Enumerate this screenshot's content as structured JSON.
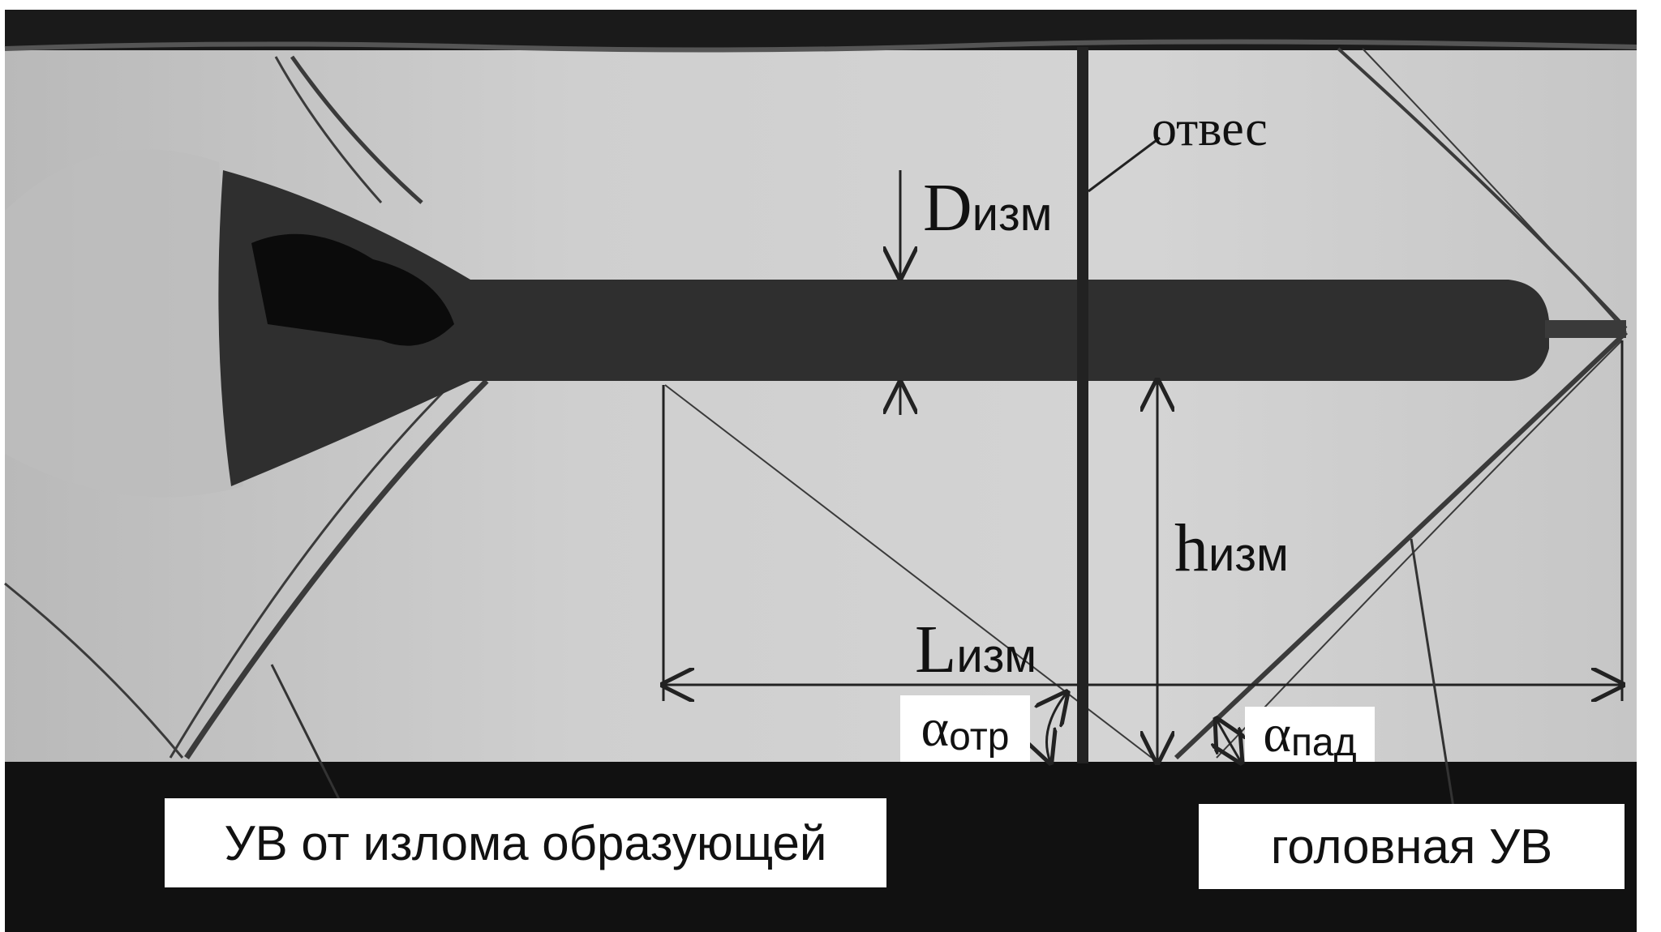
{
  "labels": {
    "plumb": "отвес",
    "d_main": "D",
    "d_sub": "изм",
    "h_main": "h",
    "h_sub": "изм",
    "l_main": "L",
    "l_sub": "изм",
    "alpha_refl_main": "α",
    "alpha_refl_sub": "отр",
    "alpha_inc_main": "α",
    "alpha_inc_sub": "пад"
  },
  "captions": {
    "kink_shock": "УВ от излома образующей",
    "bow_shock": "головная УВ"
  },
  "colors": {
    "background_gray": "#c9c9c9",
    "model_dark": "#2f2f2f",
    "frame_black": "#111111",
    "box_white": "#ffffff"
  }
}
